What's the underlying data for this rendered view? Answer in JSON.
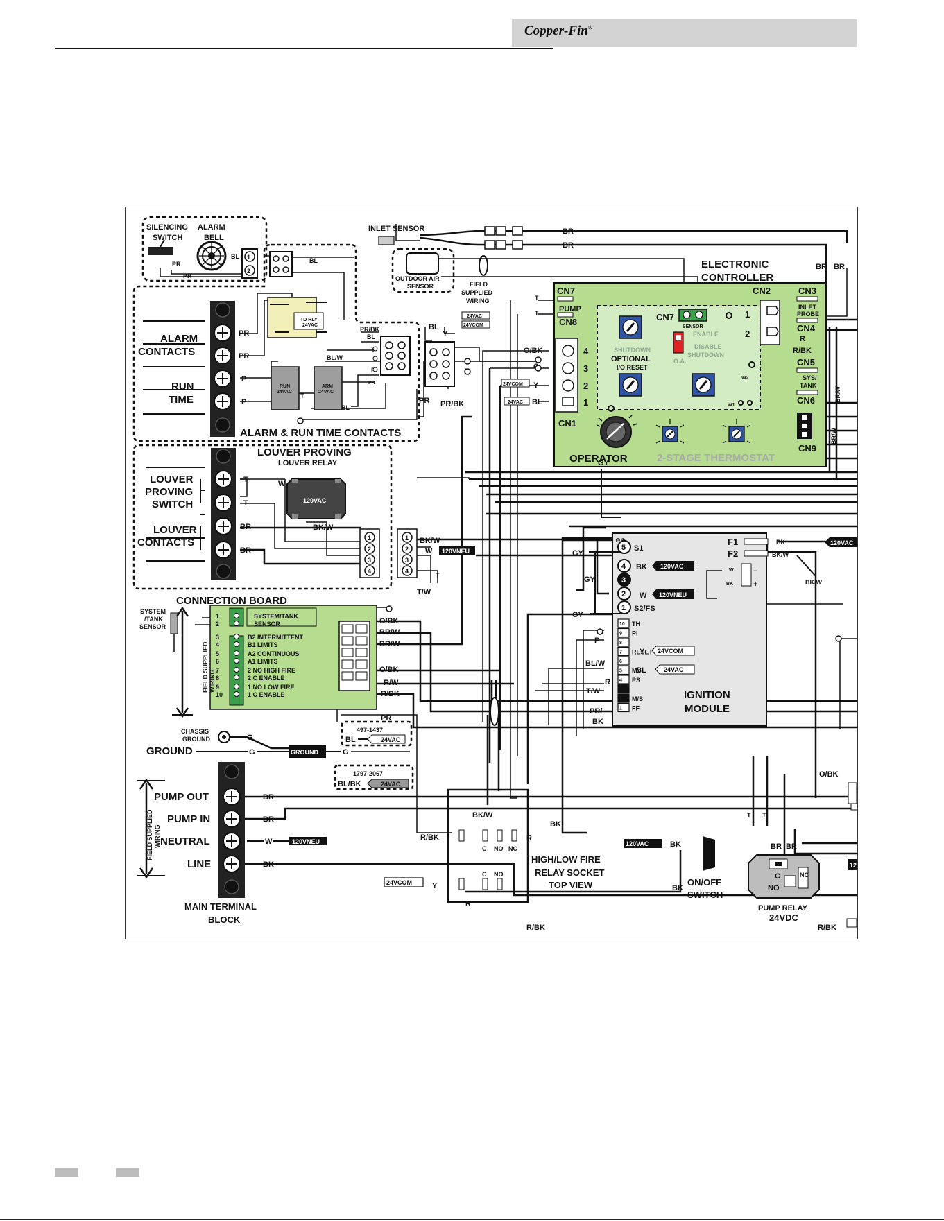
{
  "header": {
    "title": "Copper-Fin",
    "reg_mark": "®"
  },
  "diagram": {
    "silencing": {
      "title_left": "SILENCING",
      "title_right": "ALARM",
      "switch": "SWITCH",
      "bell": "BELL"
    },
    "inlet_sensor": "INLET SENSOR",
    "outdoor_air_sensor": [
      "OUTDOOR AIR",
      "SENSOR"
    ],
    "field_supplied_wiring": [
      "FIELD",
      "SUPPLIED",
      "WIRING"
    ],
    "field_supplied_vertical": [
      "FIELD SUPPLIED",
      "WIRING"
    ],
    "electronic_controller": [
      "ELECTRONIC",
      "CONTROLLER"
    ],
    "controller": {
      "cn7_top": "CN7",
      "pump": "PUMP",
      "cn8": "CN8",
      "cn7_sensor": "CN7",
      "sensor": "SENSOR",
      "cn2": "CN2",
      "cn3": "CN3",
      "inlet_probe": [
        "INLET",
        "PROBE"
      ],
      "cn4": "CN4",
      "cn5": "CN5",
      "sys_tank": [
        "SYS/",
        "TANK"
      ],
      "cn6": "CN6",
      "cn9": "CN9",
      "cn1": "CN1",
      "enable": "ENABLE",
      "disable_shutdown": [
        "DISABLE",
        "SHUTDOWN"
      ],
      "oa": "O.A.",
      "shutdown": "SHUTDOWN",
      "optional": "OPTIONAL",
      "io_reset": "I/O RESET",
      "operator": "OPERATOR",
      "thermostat": "2-STAGE THERMOSTAT",
      "w2": "W2",
      "w1": "W1"
    },
    "alarm_contacts": [
      "ALARM",
      "CONTACTS"
    ],
    "run_time": [
      "RUN",
      "TIME"
    ],
    "td_rly": [
      "TD RLY",
      "24VAC"
    ],
    "run_relay": [
      "RUN",
      "24VAC"
    ],
    "arm_relay": [
      "ARM",
      "24VAC"
    ],
    "alarm_run_title": "ALARM & RUN TIME CONTACTS",
    "louver_proving_title": "LOUVER PROVING",
    "louver_relay": "LOUVER RELAY",
    "relay_voltage": "120VAC",
    "louver_proving_switch": [
      "LOUVER",
      "PROVING",
      "SWITCH"
    ],
    "louver_contacts": [
      "LOUVER",
      "CONTACTS"
    ],
    "connection_board": "CONNECTION BOARD",
    "system_tank_sensor": [
      "SYSTEM",
      "/TANK",
      "SENSOR"
    ],
    "conn_rows": [
      {
        "nums": [
          "1",
          "2"
        ],
        "text": [
          "SYSTEM/TANK",
          "SENSOR"
        ]
      },
      {
        "nums": [
          "3",
          "4"
        ],
        "text": [
          "B2 INTERMITTENT",
          "B1  LIMITS"
        ]
      },
      {
        "nums": [
          "5",
          "6"
        ],
        "text": [
          "A2   CONTINUOUS",
          "A1   LIMITS"
        ]
      },
      {
        "nums": [
          "7",
          "8"
        ],
        "text": [
          "2 NO  HIGH FIRE",
          "2 C    ENABLE"
        ]
      },
      {
        "nums": [
          "9",
          "10"
        ],
        "text": [
          "1 NO  LOW FIRE",
          "1 C    ENABLE"
        ]
      }
    ],
    "chassis_ground": [
      "CHASSIS",
      "GROUND"
    ],
    "ground": "GROUND",
    "ground_block": "GROUND",
    "part_497": "497-1437",
    "part_1797": "1797-2067",
    "main_terminals": [
      "PUMP OUT",
      "PUMP IN",
      "NEUTRAL",
      "LINE"
    ],
    "main_terminal_block": [
      "MAIN TERMINAL",
      "BLOCK"
    ],
    "relay_socket": [
      "HIGH/LOW FIRE",
      "RELAY SOCKET",
      "TOP VIEW"
    ],
    "socket_pins": [
      "C",
      "NO",
      "NC",
      "C",
      "NO"
    ],
    "on_off_switch": [
      "ON/OFF",
      "SWITCH"
    ],
    "pump_relay": [
      "PUMP RELAY",
      "24VDC"
    ],
    "pump_relay_pins": [
      "C",
      "NC",
      "NO"
    ],
    "ignition_module": [
      "IGNITION",
      "MODULE"
    ],
    "ignition_pins": [
      {
        "num": "5",
        "label": "S1"
      },
      {
        "num": "4",
        "label": ""
      },
      {
        "num": "3",
        "label": ""
      },
      {
        "num": "2",
        "label": ""
      },
      {
        "num": "1",
        "label": "S2/FS"
      }
    ],
    "ignition_lower": [
      {
        "num": "10",
        "label": "TH"
      },
      {
        "num": "9",
        "label": "PI"
      },
      {
        "num": "8",
        "label": ""
      },
      {
        "num": "7",
        "label": "RESET"
      },
      {
        "num": "6",
        "label": ""
      },
      {
        "num": "5",
        "label": "MV"
      },
      {
        "num": "4",
        "label": "PS"
      },
      {
        "num": "",
        "label": ""
      },
      {
        "num": "",
        "label": "M/S"
      },
      {
        "num": "1",
        "label": "FF"
      }
    ],
    "fuses": [
      "F1",
      "F2"
    ],
    "tags": {
      "v120vac": "120VAC",
      "v120vneu": "120VNEU",
      "v24vac": "24VAC",
      "v24vcom": "24VCOM",
      "v12": "12"
    },
    "wire_labels": {
      "BR": "BR",
      "BL": "BL",
      "PR": "PR",
      "P": "P",
      "T": "T",
      "W": "W",
      "Y": "Y",
      "O": "O",
      "R": "R",
      "G": "G",
      "GY": "GY",
      "BK": "BK",
      "PRBK": "PR/BK",
      "OBK": "O/BK",
      "BLW": "BL/W",
      "BKW": "BK/W",
      "TW": "T/W",
      "RW": "R/W",
      "BRW": "BR/W",
      "RBK": "R/BK",
      "BLBK": "BL/BK",
      "PR_BK": [
        "PR/",
        "BK"
      ]
    }
  }
}
